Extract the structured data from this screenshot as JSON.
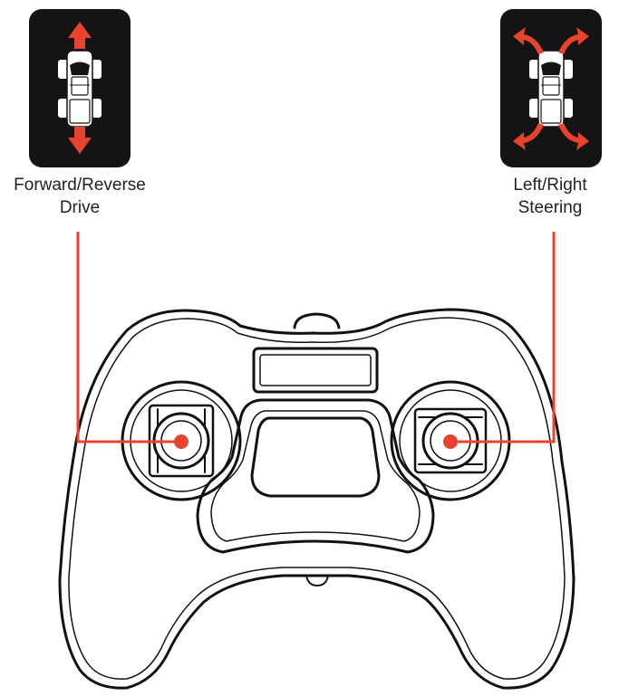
{
  "labels": {
    "left_line1": "Forward/Reverse",
    "left_line2": "Drive",
    "right_line1": "Left/Right",
    "right_line2": "Steering"
  },
  "icons": {
    "left": "forward-reverse-car-icon",
    "right": "left-right-steering-car-icon"
  },
  "colors": {
    "accent": "#e8432c",
    "outline": "#111111",
    "icon_tile": "#141414",
    "background": "#ffffff"
  }
}
